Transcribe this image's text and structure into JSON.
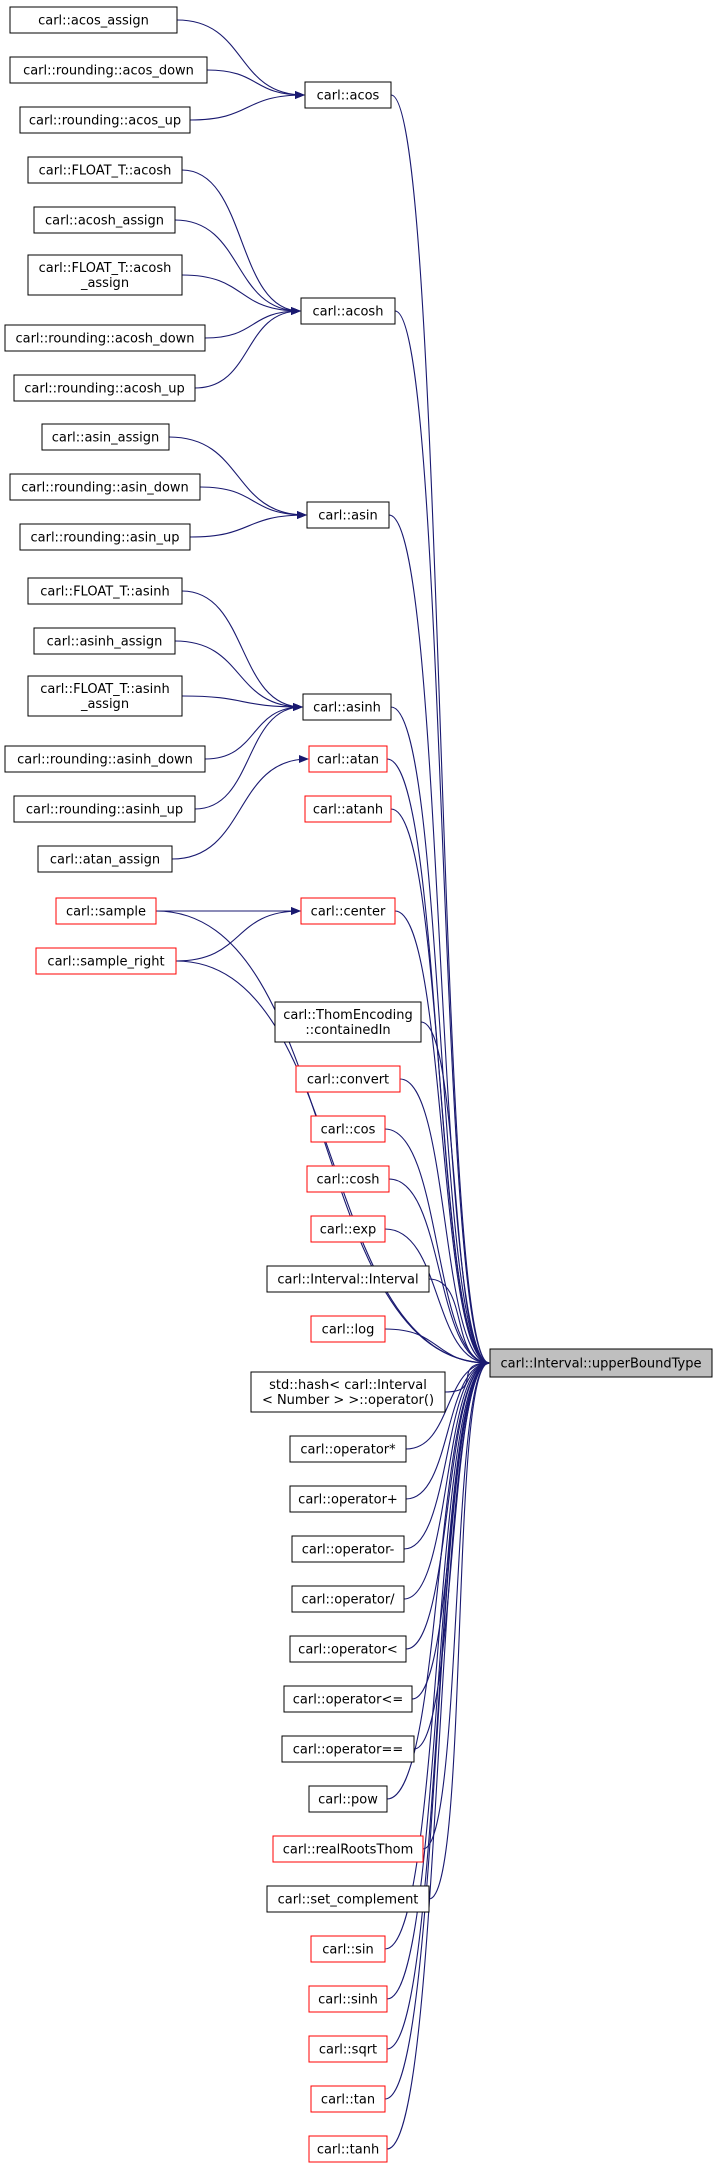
{
  "title": "carl::Interval::upperBoundType",
  "colors": {
    "edge": "#191970",
    "node_border_default": "#000000",
    "node_border_truncated": "#ff0000",
    "focus_fill": "#bfbfbf"
  },
  "focus": {
    "id": "upperBoundType",
    "label": "carl::Interval::upperBoundType"
  },
  "nodes": [
    {
      "id": "acos_assign",
      "lines": [
        "carl::acos_assign"
      ],
      "style": "normal"
    },
    {
      "id": "acos_down",
      "lines": [
        "carl::rounding::acos_down"
      ],
      "style": "normal"
    },
    {
      "id": "acos_up",
      "lines": [
        "carl::rounding::acos_up"
      ],
      "style": "normal"
    },
    {
      "id": "acos",
      "lines": [
        "carl::acos"
      ],
      "style": "normal"
    },
    {
      "id": "F_acosh",
      "lines": [
        "carl::FLOAT_T::acosh"
      ],
      "style": "normal"
    },
    {
      "id": "acosh_assign",
      "lines": [
        "carl::acosh_assign"
      ],
      "style": "normal"
    },
    {
      "id": "F_acosh_assign",
      "lines": [
        "carl::FLOAT_T::acosh",
        "_assign"
      ],
      "style": "normal"
    },
    {
      "id": "acosh_down",
      "lines": [
        "carl::rounding::acosh_down"
      ],
      "style": "normal"
    },
    {
      "id": "acosh_up",
      "lines": [
        "carl::rounding::acosh_up"
      ],
      "style": "normal"
    },
    {
      "id": "acosh",
      "lines": [
        "carl::acosh"
      ],
      "style": "normal"
    },
    {
      "id": "asin_assign",
      "lines": [
        "carl::asin_assign"
      ],
      "style": "normal"
    },
    {
      "id": "asin_down",
      "lines": [
        "carl::rounding::asin_down"
      ],
      "style": "normal"
    },
    {
      "id": "asin_up",
      "lines": [
        "carl::rounding::asin_up"
      ],
      "style": "normal"
    },
    {
      "id": "asin",
      "lines": [
        "carl::asin"
      ],
      "style": "normal"
    },
    {
      "id": "F_asinh",
      "lines": [
        "carl::FLOAT_T::asinh"
      ],
      "style": "normal"
    },
    {
      "id": "asinh_assign",
      "lines": [
        "carl::asinh_assign"
      ],
      "style": "normal"
    },
    {
      "id": "F_asinh_assign",
      "lines": [
        "carl::FLOAT_T::asinh",
        "_assign"
      ],
      "style": "normal"
    },
    {
      "id": "asinh_down",
      "lines": [
        "carl::rounding::asinh_down"
      ],
      "style": "normal"
    },
    {
      "id": "asinh_up",
      "lines": [
        "carl::rounding::asinh_up"
      ],
      "style": "normal"
    },
    {
      "id": "asinh",
      "lines": [
        "carl::asinh"
      ],
      "style": "normal"
    },
    {
      "id": "atan",
      "lines": [
        "carl::atan"
      ],
      "style": "truncated"
    },
    {
      "id": "atanh",
      "lines": [
        "carl::atanh"
      ],
      "style": "truncated"
    },
    {
      "id": "atan_assign",
      "lines": [
        "carl::atan_assign"
      ],
      "style": "normal"
    },
    {
      "id": "sample",
      "lines": [
        "carl::sample"
      ],
      "style": "truncated"
    },
    {
      "id": "center",
      "lines": [
        "carl::center"
      ],
      "style": "truncated"
    },
    {
      "id": "sample_right",
      "lines": [
        "carl::sample_right"
      ],
      "style": "truncated"
    },
    {
      "id": "containedIn",
      "lines": [
        "carl::ThomEncoding",
        "::containedIn"
      ],
      "style": "normal"
    },
    {
      "id": "convert",
      "lines": [
        "carl::convert"
      ],
      "style": "truncated"
    },
    {
      "id": "cos",
      "lines": [
        "carl::cos"
      ],
      "style": "truncated"
    },
    {
      "id": "cosh",
      "lines": [
        "carl::cosh"
      ],
      "style": "truncated"
    },
    {
      "id": "exp",
      "lines": [
        "carl::exp"
      ],
      "style": "truncated"
    },
    {
      "id": "Interval",
      "lines": [
        "carl::Interval::Interval"
      ],
      "style": "normal"
    },
    {
      "id": "log",
      "lines": [
        "carl::log"
      ],
      "style": "truncated"
    },
    {
      "id": "hash",
      "lines": [
        "std::hash< carl::Interval",
        "< Number > >::operator()"
      ],
      "style": "normal"
    },
    {
      "id": "op_mul",
      "lines": [
        "carl::operator*"
      ],
      "style": "normal"
    },
    {
      "id": "op_add",
      "lines": [
        "carl::operator+"
      ],
      "style": "normal"
    },
    {
      "id": "op_sub",
      "lines": [
        "carl::operator-"
      ],
      "style": "normal"
    },
    {
      "id": "op_div",
      "lines": [
        "carl::operator/"
      ],
      "style": "normal"
    },
    {
      "id": "op_lt",
      "lines": [
        "carl::operator<"
      ],
      "style": "normal"
    },
    {
      "id": "op_le",
      "lines": [
        "carl::operator<="
      ],
      "style": "normal"
    },
    {
      "id": "op_eq",
      "lines": [
        "carl::operator=="
      ],
      "style": "normal"
    },
    {
      "id": "pow",
      "lines": [
        "carl::pow"
      ],
      "style": "normal"
    },
    {
      "id": "realRootsThom",
      "lines": [
        "carl::realRootsThom"
      ],
      "style": "truncated"
    },
    {
      "id": "set_complement",
      "lines": [
        "carl::set_complement"
      ],
      "style": "normal"
    },
    {
      "id": "sin",
      "lines": [
        "carl::sin"
      ],
      "style": "truncated"
    },
    {
      "id": "sinh",
      "lines": [
        "carl::sinh"
      ],
      "style": "truncated"
    },
    {
      "id": "sqrt",
      "lines": [
        "carl::sqrt"
      ],
      "style": "truncated"
    },
    {
      "id": "tan",
      "lines": [
        "carl::tan"
      ],
      "style": "truncated"
    },
    {
      "id": "tanh",
      "lines": [
        "carl::tanh"
      ],
      "style": "truncated"
    }
  ],
  "edges": [
    [
      "acos_assign",
      "acos"
    ],
    [
      "acos_down",
      "acos"
    ],
    [
      "acos_up",
      "acos"
    ],
    [
      "F_acosh",
      "acosh"
    ],
    [
      "acosh_assign",
      "acosh"
    ],
    [
      "F_acosh_assign",
      "acosh"
    ],
    [
      "acosh_down",
      "acosh"
    ],
    [
      "acosh_up",
      "acosh"
    ],
    [
      "asin_assign",
      "asin"
    ],
    [
      "asin_down",
      "asin"
    ],
    [
      "asin_up",
      "asin"
    ],
    [
      "F_asinh",
      "asinh"
    ],
    [
      "asinh_assign",
      "asinh"
    ],
    [
      "F_asinh_assign",
      "asinh"
    ],
    [
      "asinh_down",
      "asinh"
    ],
    [
      "asinh_up",
      "asinh"
    ],
    [
      "atan_assign",
      "atan"
    ],
    [
      "sample",
      "center"
    ],
    [
      "sample_right",
      "center"
    ],
    [
      "acos",
      "upperBoundType"
    ],
    [
      "acosh",
      "upperBoundType"
    ],
    [
      "asin",
      "upperBoundType"
    ],
    [
      "asinh",
      "upperBoundType"
    ],
    [
      "atan",
      "upperBoundType"
    ],
    [
      "atanh",
      "upperBoundType"
    ],
    [
      "sample",
      "upperBoundType"
    ],
    [
      "center",
      "upperBoundType"
    ],
    [
      "sample_right",
      "upperBoundType"
    ],
    [
      "containedIn",
      "upperBoundType"
    ],
    [
      "convert",
      "upperBoundType"
    ],
    [
      "cos",
      "upperBoundType"
    ],
    [
      "cosh",
      "upperBoundType"
    ],
    [
      "exp",
      "upperBoundType"
    ],
    [
      "Interval",
      "upperBoundType"
    ],
    [
      "log",
      "upperBoundType"
    ],
    [
      "hash",
      "upperBoundType"
    ],
    [
      "op_mul",
      "upperBoundType"
    ],
    [
      "op_add",
      "upperBoundType"
    ],
    [
      "op_sub",
      "upperBoundType"
    ],
    [
      "op_div",
      "upperBoundType"
    ],
    [
      "op_lt",
      "upperBoundType"
    ],
    [
      "op_le",
      "upperBoundType"
    ],
    [
      "op_eq",
      "upperBoundType"
    ],
    [
      "pow",
      "upperBoundType"
    ],
    [
      "realRootsThom",
      "upperBoundType"
    ],
    [
      "set_complement",
      "upperBoundType"
    ],
    [
      "sin",
      "upperBoundType"
    ],
    [
      "sinh",
      "upperBoundType"
    ],
    [
      "sqrt",
      "upperBoundType"
    ],
    [
      "tan",
      "upperBoundType"
    ],
    [
      "tanh",
      "upperBoundType"
    ]
  ]
}
